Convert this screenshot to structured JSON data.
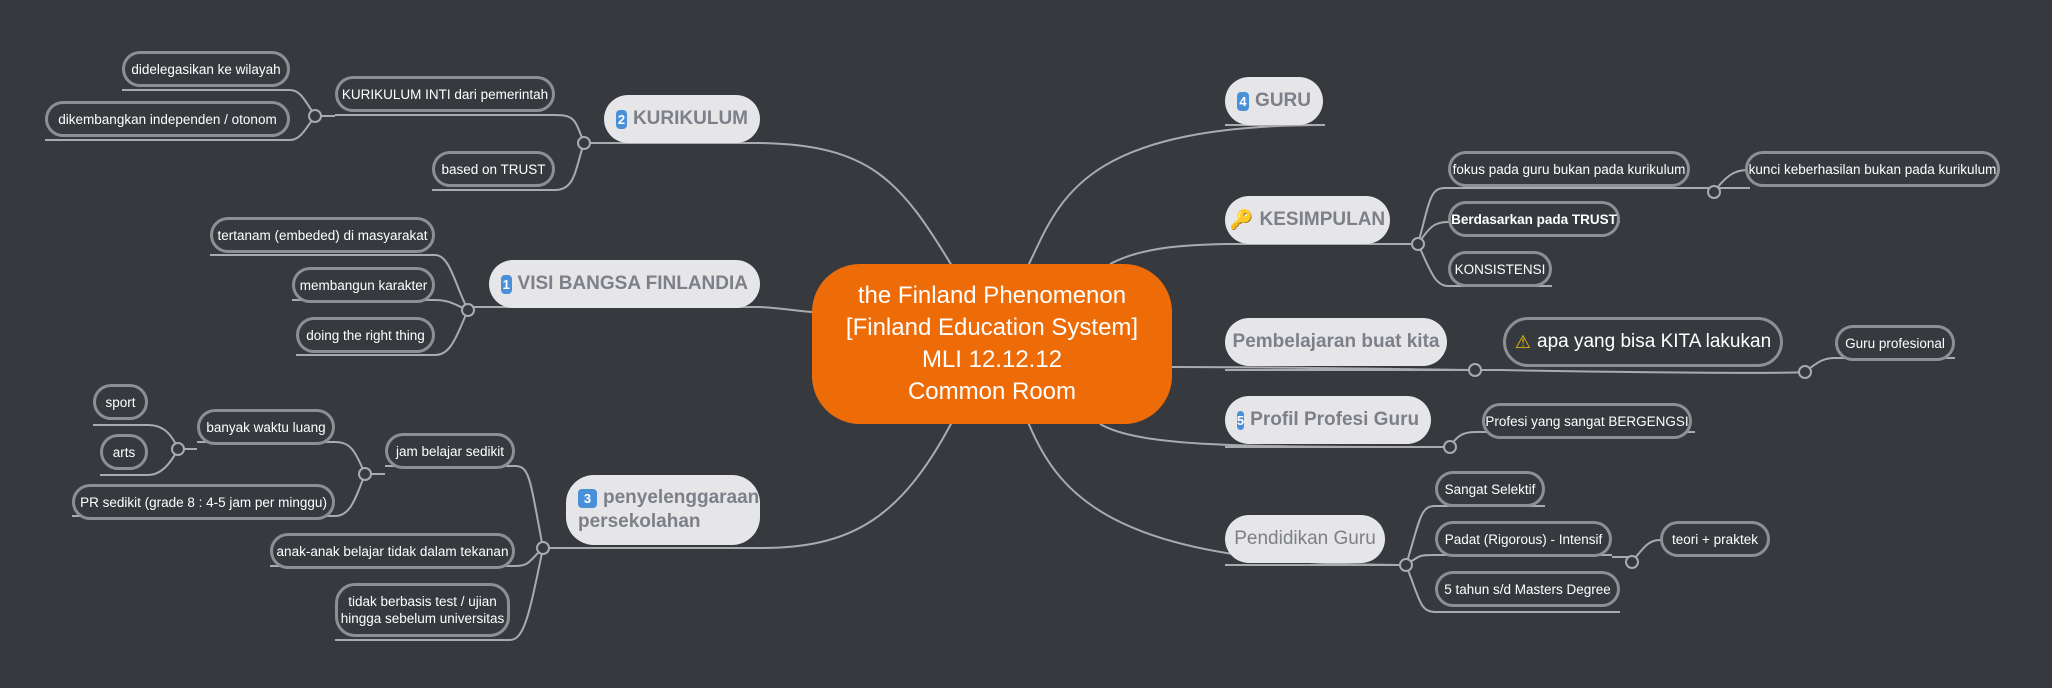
{
  "center": {
    "lines": [
      "the Finland Phenomenon",
      "[Finland Education System]",
      "MLI 12.12.12",
      "Common Room"
    ]
  },
  "colors": {
    "background": "#36393e",
    "center": "#ee6c08",
    "main_node": "#e6e6e8",
    "main_text": "#7d8088",
    "connector": "#a9abaf",
    "sub_border": "#8d8f94"
  },
  "left": {
    "kurikulum": {
      "badge": "2",
      "label": "KURIKULUM",
      "children": {
        "inti": "KURIKULUM INTI dari pemerintah",
        "inti_children": [
          "didelegasikan ke wilayah",
          "dikembangkan independen / otonom"
        ],
        "trust": "based on TRUST"
      }
    },
    "visi": {
      "badge": "1",
      "label": "VISI BANGSA FINLANDIA",
      "children": [
        "tertanam (embeded) di masyarakat",
        "membangun karakter",
        "doing the right thing"
      ]
    },
    "penyelenggaraan": {
      "badge": "3",
      "label_lines": [
        "penyelenggaraan",
        "persekolahan"
      ],
      "children": {
        "jam": "jam belajar sedikit",
        "waktu": "banyak waktu luang",
        "waktu_children": [
          "sport",
          "arts"
        ],
        "pr": "PR sedikit (grade 8 : 4-5 jam per minggu)",
        "tekanan": "anak-anak belajar tidak dalam tekanan",
        "test_lines": [
          "tidak berbasis test / ujian",
          "hingga sebelum universitas"
        ]
      }
    }
  },
  "right": {
    "guru": {
      "badge": "4",
      "label": "GURU"
    },
    "kesimpulan": {
      "icon": "key-icon",
      "label": "KESIMPULAN",
      "children": {
        "fokus": "fokus pada guru bukan pada kurikulum",
        "kunci": "kunci keberhasilan bukan pada kurikulum",
        "trust": "Berdasarkan pada TRUST",
        "konsistensi": "KONSISTENSI"
      }
    },
    "pembelajaran": {
      "label": "Pembelajaran buat kita",
      "child": {
        "icon": "warning-icon",
        "label": "apa yang bisa KITA lakukan"
      },
      "grandchild": "Guru profesional"
    },
    "profil": {
      "badge": "5",
      "label": "Profil Profesi Guru",
      "child": "Profesi yang sangat BERGENGSI"
    },
    "pendidikan": {
      "label": "Pendidikan Guru",
      "children": [
        "Sangat Selektif",
        "Padat (Rigorous) - Intensif",
        "5 tahun s/d Masters Degree"
      ],
      "padat_child": "teori + praktek"
    }
  }
}
